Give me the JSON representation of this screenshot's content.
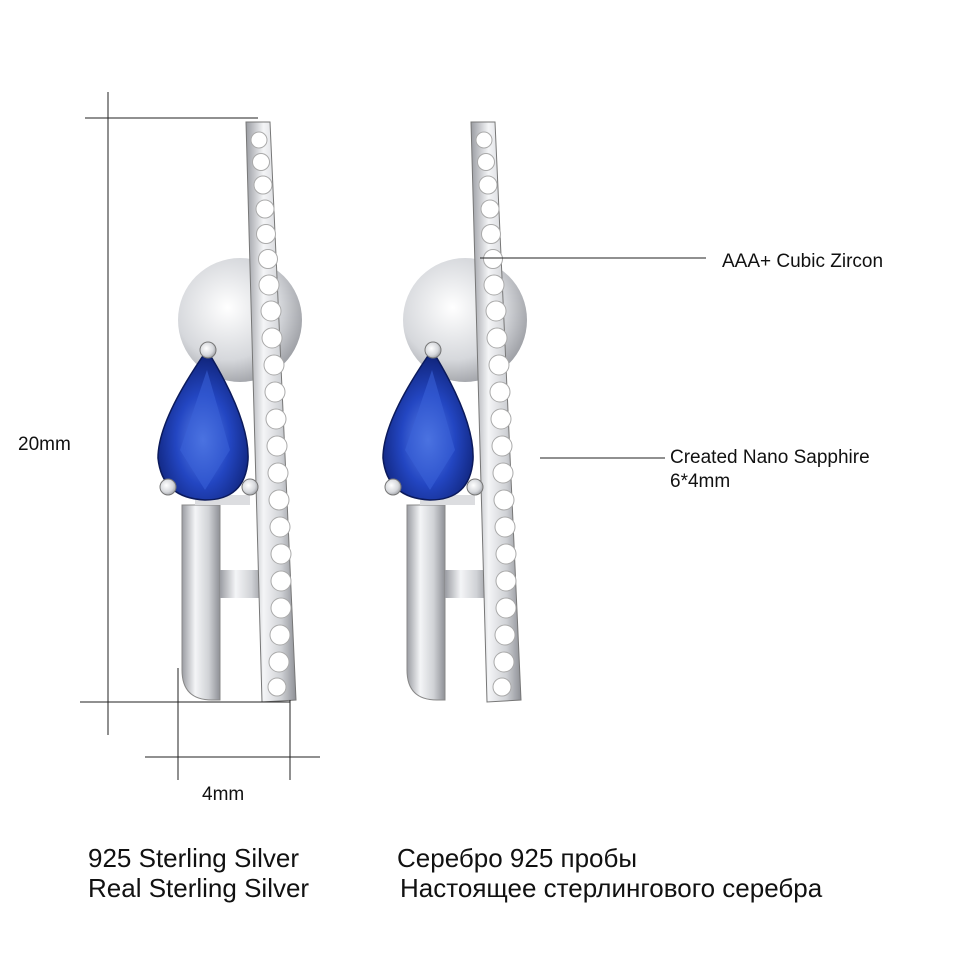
{
  "dimensions": {
    "height_label": "20mm",
    "width_label": "4mm"
  },
  "callouts": {
    "zircon": "AAA+ Cubic Zircon",
    "sapphire_line1": "Created Nano Sapphire",
    "sapphire_line2": "6*4mm"
  },
  "description_lines": {
    "en_1": "925 Sterling Silver",
    "en_2": "Real Sterling Silver",
    "ru_1": "Серебро 925 пробы",
    "ru_2": "Настоящее стерлингового серебра"
  },
  "colors": {
    "sapphire": "#1d3fb0",
    "silver": "#c9cbd0"
  }
}
